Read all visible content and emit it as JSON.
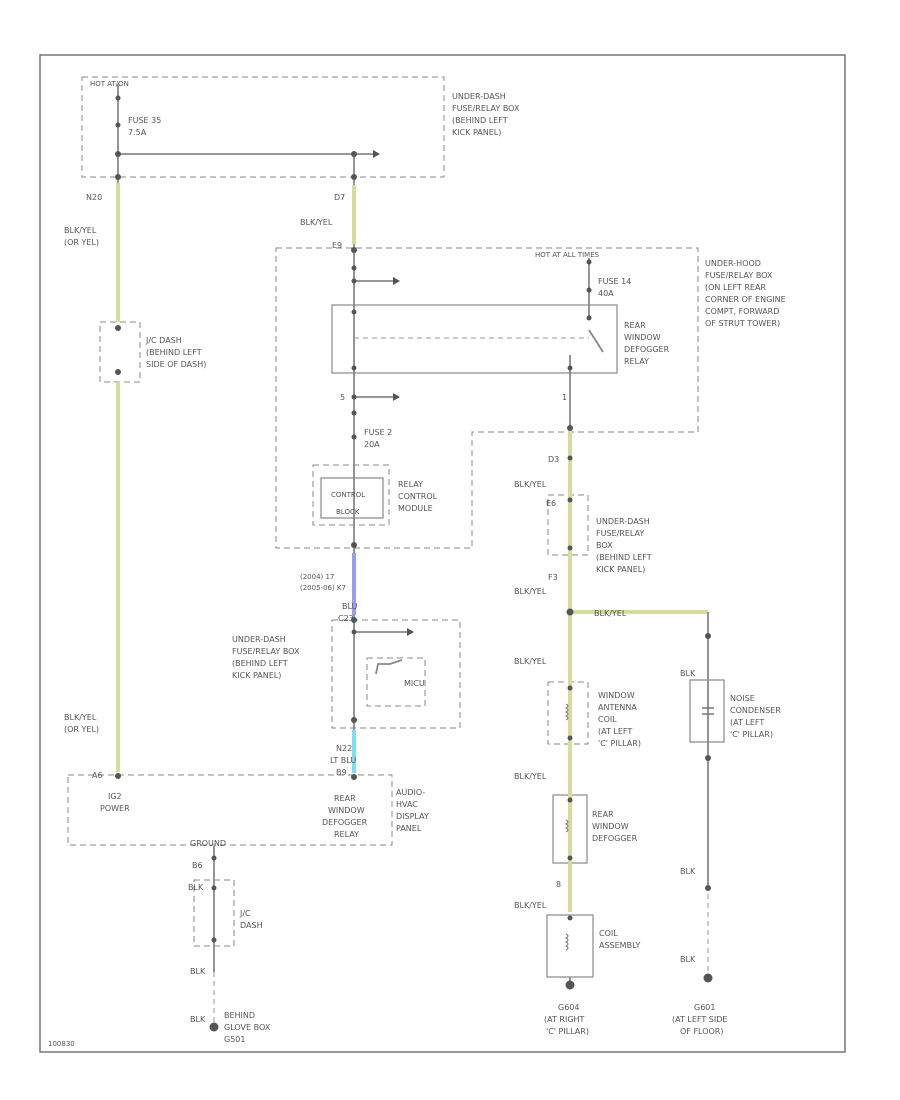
{
  "labels": {
    "hot_at_all_times_1": "HOT AT/ON",
    "fuse_35": "FUSE 35",
    "fuse_35_rating": "7.5A",
    "under_dash_box_top": [
      "UNDER-DASH",
      "FUSE/RELAY BOX",
      "(BEHIND LEFT",
      "KICK PANEL)"
    ],
    "n20": "N20",
    "d7": "D7",
    "wire_blk_yel_or_yel": [
      "BLK/YEL",
      "(OR YEL)"
    ],
    "wire_blk_yel_1": "BLK/YEL",
    "e9": "E9",
    "hot_at_all_times_2": "HOT AT ALL TIMES",
    "fuse_14": "FUSE 14",
    "fuse_14_rating": "40A",
    "under_hood_box": [
      "UNDER-HOOD",
      "FUSE/RELAY BOX",
      "(ON LEFT REAR",
      "CORNER OF ENGINE",
      "COMPT, FORWARD",
      "OF STRUT TOWER)"
    ],
    "jc_dash": [
      "J/C DASH",
      "(BEHIND LEFT",
      "SIDE OF DASH)"
    ],
    "rear_window_defogger_relay": [
      "REAR",
      "WINDOW",
      "DEFOGGER",
      "RELAY"
    ],
    "pin_1": "1",
    "pin_5": "5",
    "fuse_2": "FUSE 2",
    "fuse_2_rating": "20A",
    "d3": "D3",
    "relay_control_module": [
      "RELAY",
      "CONTROL",
      "MODULE"
    ],
    "control_block": [
      "CONTROL",
      "BLOCK"
    ],
    "e6": "E6",
    "under_dash_box_mid": [
      "UNDER-DASH",
      "FUSE/RELAY",
      "BOX",
      "(BEHIND LEFT",
      "KICK PANEL)"
    ],
    "wire_id_note": [
      "(2004) 17",
      "(2005-06) K7"
    ],
    "blu": "BLU",
    "c23": "C23",
    "f3": "F3",
    "blk_yel_2": "BLK/YEL",
    "blk_yel_3": "BLK/YEL",
    "blk_yel_4": "BLK/YEL",
    "blk_yel_5": "BLK/YEL",
    "blk_yel_6": "BLK/YEL",
    "under_dash_box_lower": [
      "UNDER-DASH",
      "FUSE/RELAY BOX",
      "(BEHIND LEFT",
      "KICK PANEL)"
    ],
    "micu": "MICU",
    "window_antenna_coil": [
      "WINDOW",
      "ANTENNA",
      "COIL",
      "(AT LEFT",
      "'C' PILLAR)"
    ],
    "noise_condenser": [
      "NOISE",
      "CONDENSER",
      "(AT LEFT",
      "'C' PILLAR)"
    ],
    "blk_1": "BLK",
    "wire_blk_yel_or_yel_2": [
      "BLK/YEL",
      "(OR YEL)"
    ],
    "n22": "N22",
    "lt_blu": "LT BLU",
    "b9": "B9",
    "a6": "A6",
    "ig2_power": [
      "IG2",
      "POWER"
    ],
    "rear_window_defogger_relay_2": [
      "REAR",
      "WINDOW",
      "DEFOGGER",
      "RELAY"
    ],
    "audio_hvac_panel": [
      "AUDIO-",
      "HVAC",
      "DISPLAY",
      "PANEL"
    ],
    "ground": "GROUND",
    "b6": "B6",
    "rear_window_defogger": [
      "REAR",
      "WINDOW",
      "DEFOGGER"
    ],
    "pin_8": "8",
    "jc_dash_lower": [
      "J/C",
      "DASH"
    ],
    "coil_assembly": [
      "COIL",
      "ASSEMBLY"
    ],
    "blk_2": "BLK",
    "blk_3": "BLK",
    "blk_4": "BLK",
    "blk_5": "BLK",
    "behind_glove_box": [
      "BEHIND",
      "GLOVE BOX",
      "G501"
    ],
    "g604": [
      "G604",
      "(AT RIGHT",
      "'C' PILLAR)"
    ],
    "g601": [
      "G601",
      "(AT LEFT SIDE",
      "OF FLOOR)"
    ],
    "footer_code": "100830"
  },
  "colors": {
    "yellow_wire": "#d8dc9a",
    "blue_wire": "#9a9ef0",
    "light_blue_wire": "#7be0f0"
  }
}
